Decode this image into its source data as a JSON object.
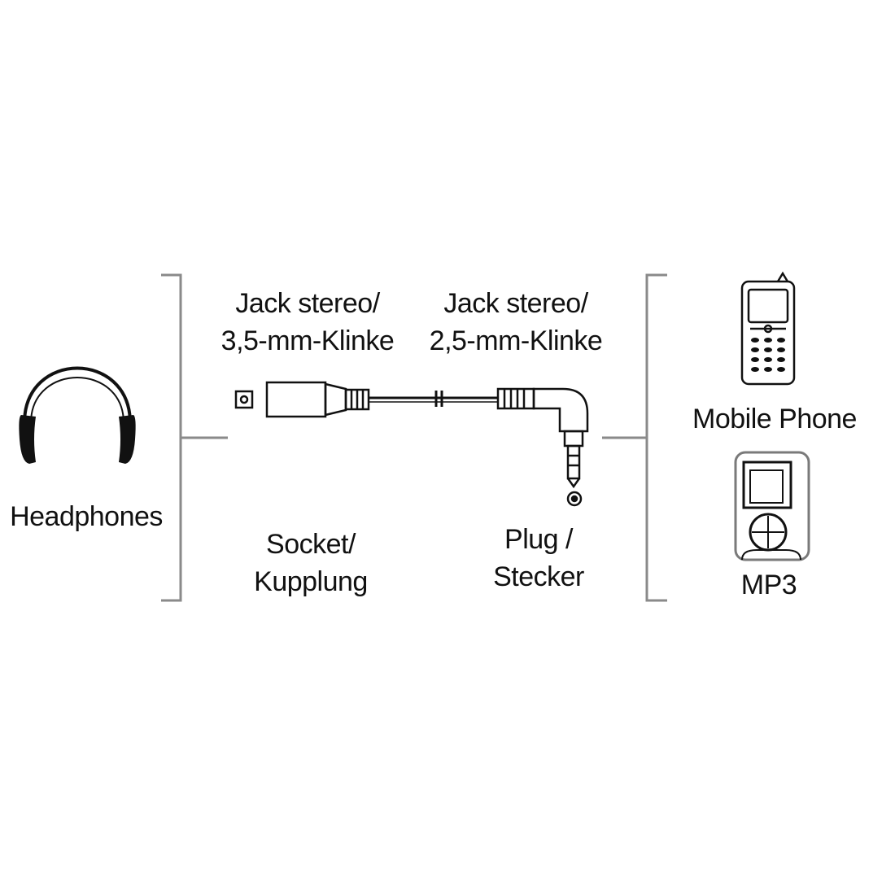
{
  "devices": {
    "headphones": {
      "label": "Headphones",
      "icon": "headphones-icon"
    },
    "mobile_phone": {
      "label": "Mobile Phone",
      "icon": "mobile-phone-icon"
    },
    "mp3": {
      "label": "MP3",
      "icon": "mp3-player-icon"
    }
  },
  "cable": {
    "left_end": {
      "title_line1": "Jack stereo/",
      "title_line2": "3,5-mm-Klinke",
      "type_line1": "Socket/",
      "type_line2": "Kupplung",
      "icon": "socket-connector-icon"
    },
    "right_end": {
      "title_line1": "Jack stereo/",
      "title_line2": "2,5-mm-Klinke",
      "type_line1": "Plug /",
      "type_line2": "Stecker",
      "icon": "angled-plug-icon"
    }
  },
  "colors": {
    "line": "#1a1a1a",
    "stroke_gray": "#7a7a7a",
    "background": "#ffffff"
  }
}
